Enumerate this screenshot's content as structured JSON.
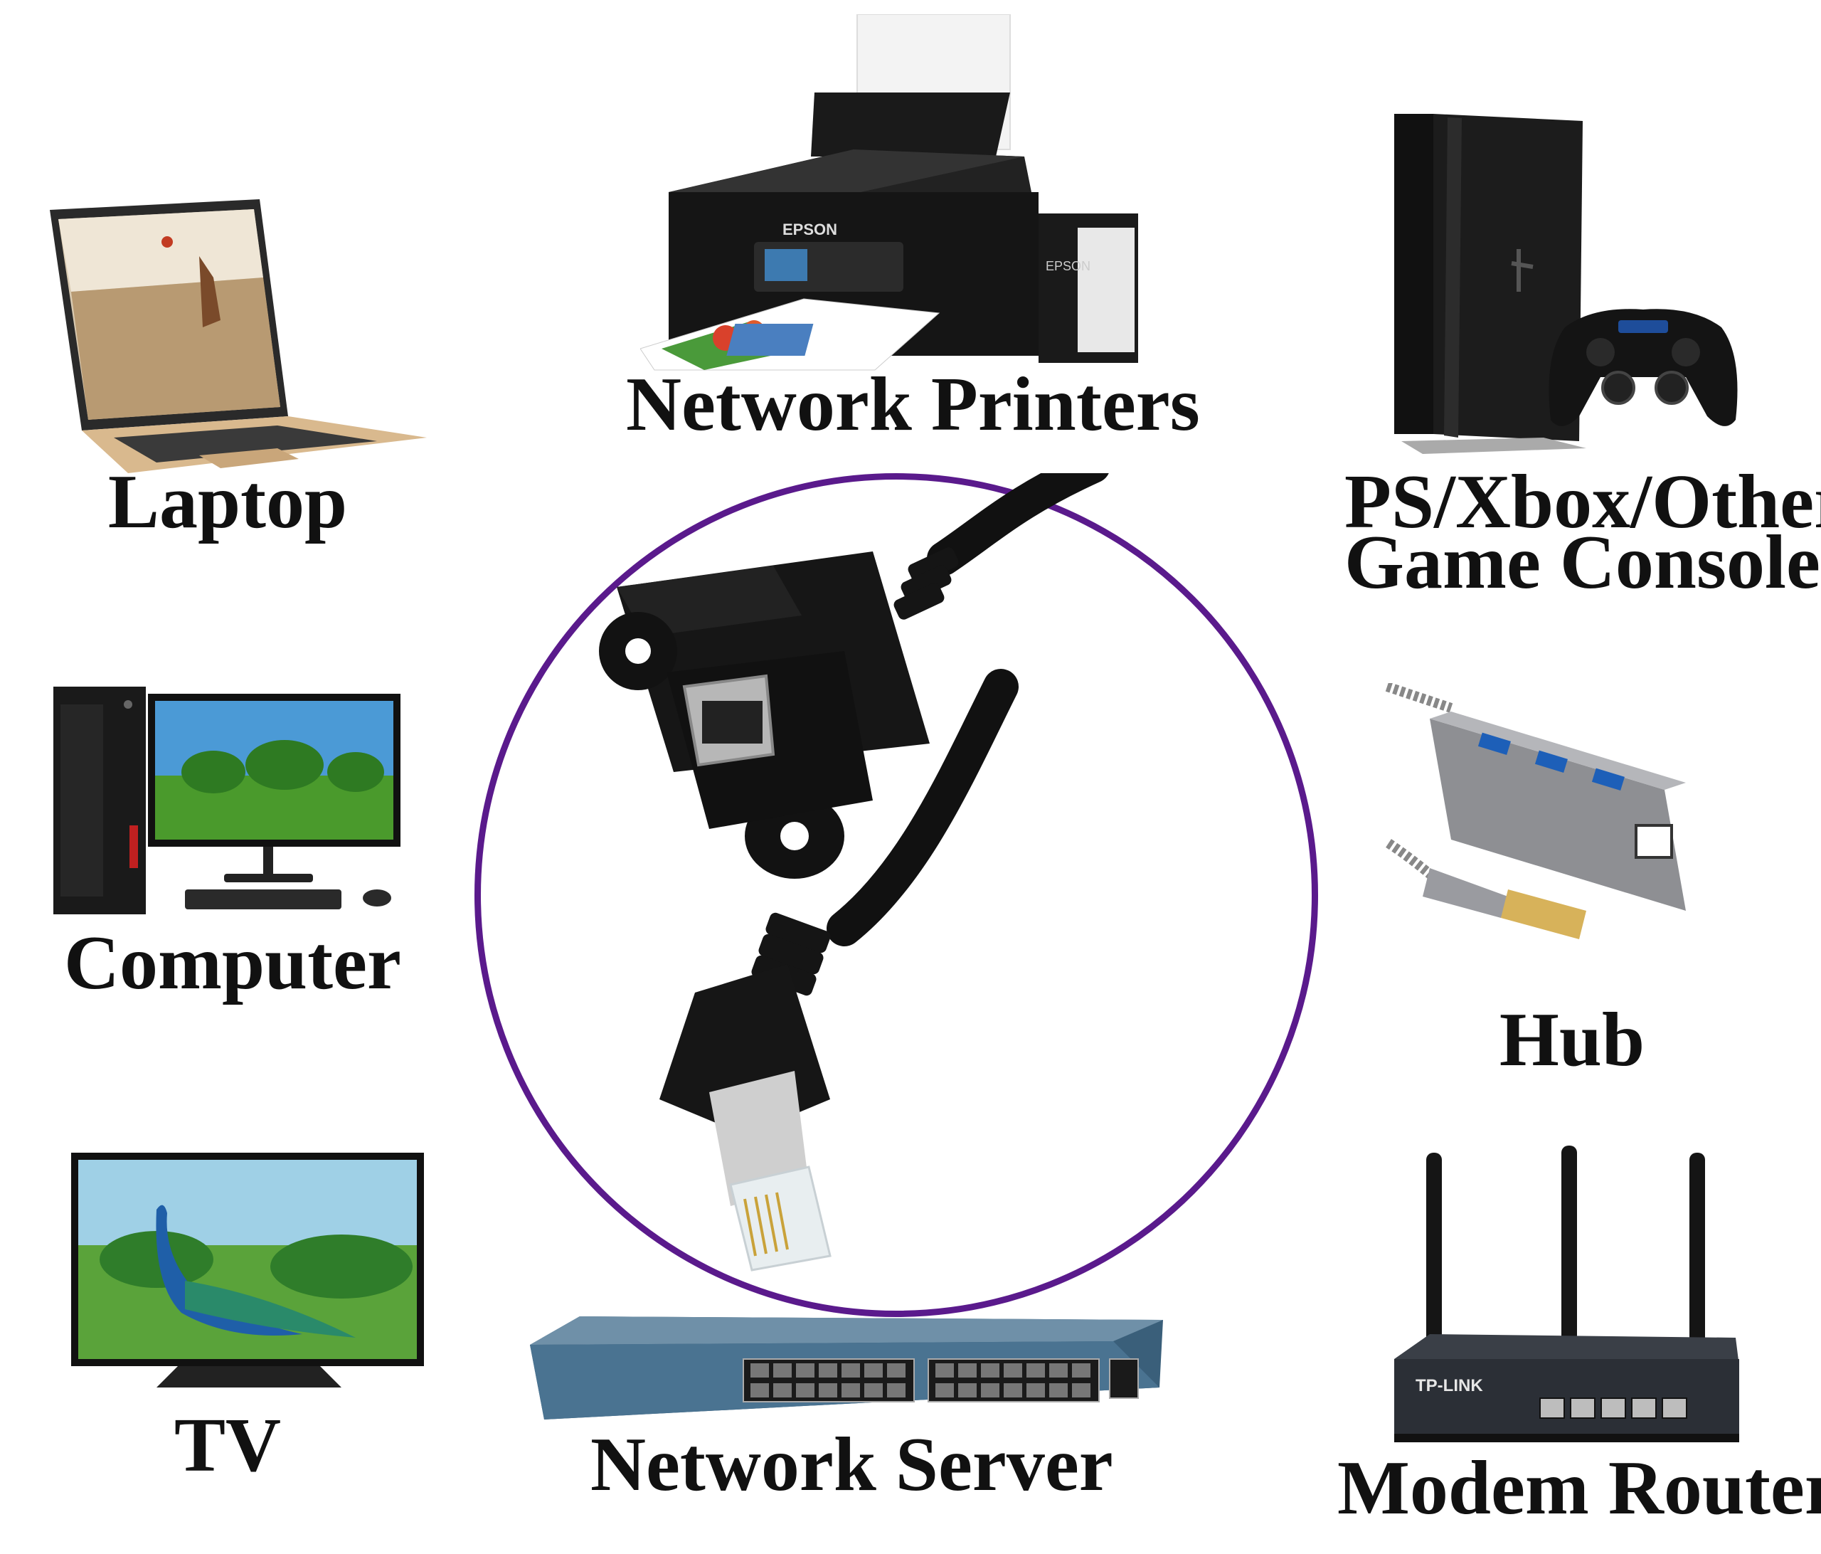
{
  "labels": {
    "laptop": "Laptop",
    "printers": "Network Printers",
    "console_line1": "PS/Xbox/Other",
    "console_line2": "Game Console",
    "computer": "Computer",
    "hub": "Hub",
    "tv": "TV",
    "server": "Network Server",
    "router": "Modem Router"
  },
  "brands": {
    "printer": "EPSON",
    "ink_tank": "EPSON",
    "router": "TP-LINK"
  },
  "colors": {
    "circle_border": "#5a1a8c",
    "text": "#111111"
  }
}
